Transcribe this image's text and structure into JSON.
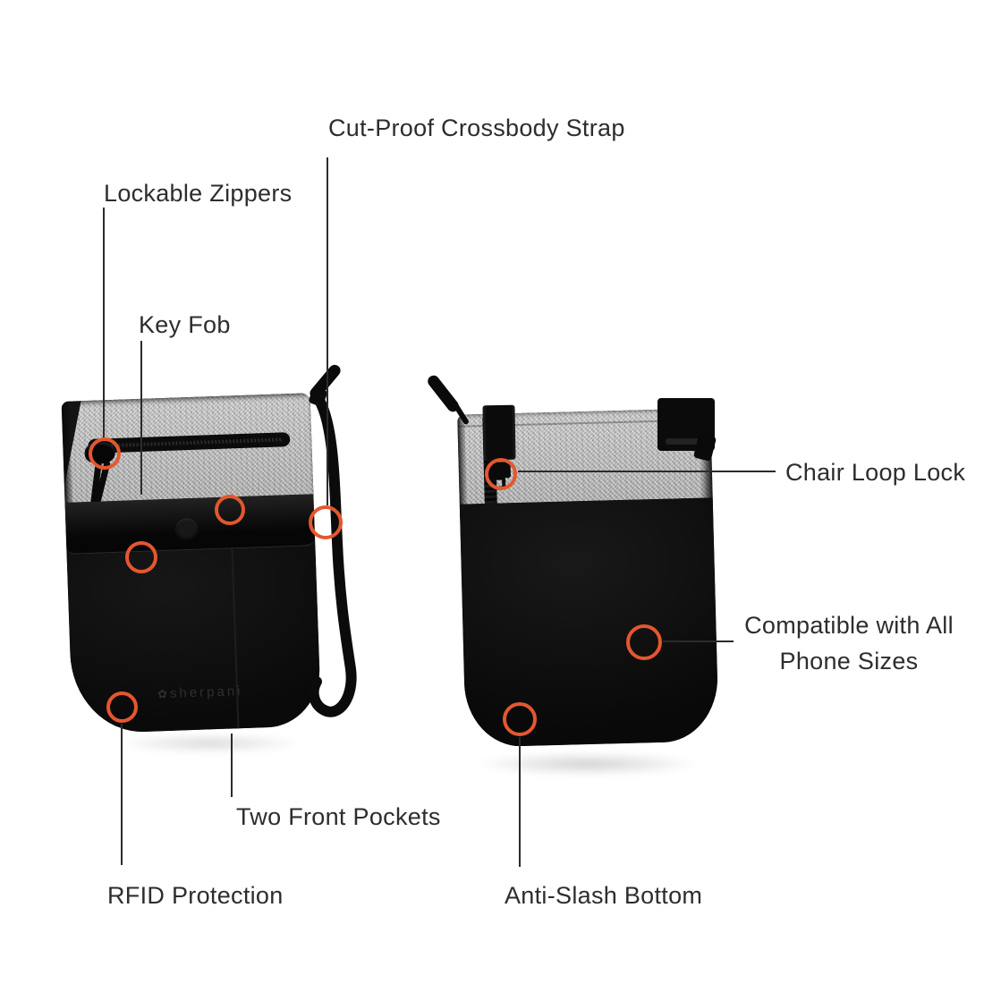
{
  "labels": {
    "cut_proof_strap": "Cut-Proof Crossbody Strap",
    "lockable_zippers": "Lockable Zippers",
    "key_fob": "Key Fob",
    "chair_loop_lock": "Chair Loop Lock",
    "compatible_line1": "Compatible with All",
    "compatible_line2": "Phone Sizes",
    "two_front_pockets": "Two Front Pockets",
    "rfid_protection": "RFID Protection",
    "anti_slash_bottom": "Anti-Slash Bottom"
  },
  "brand": {
    "logo_text": "sherpani",
    "logo_glyph": "✿"
  },
  "colors": {
    "accent_ring": "#E4572E",
    "leader_line": "#2B2B2B",
    "label_text": "#2D2D2D",
    "bag_black": "#0D0D0D",
    "bag_heather_gray": "#C6C6C7",
    "background": "#FFFFFF"
  }
}
